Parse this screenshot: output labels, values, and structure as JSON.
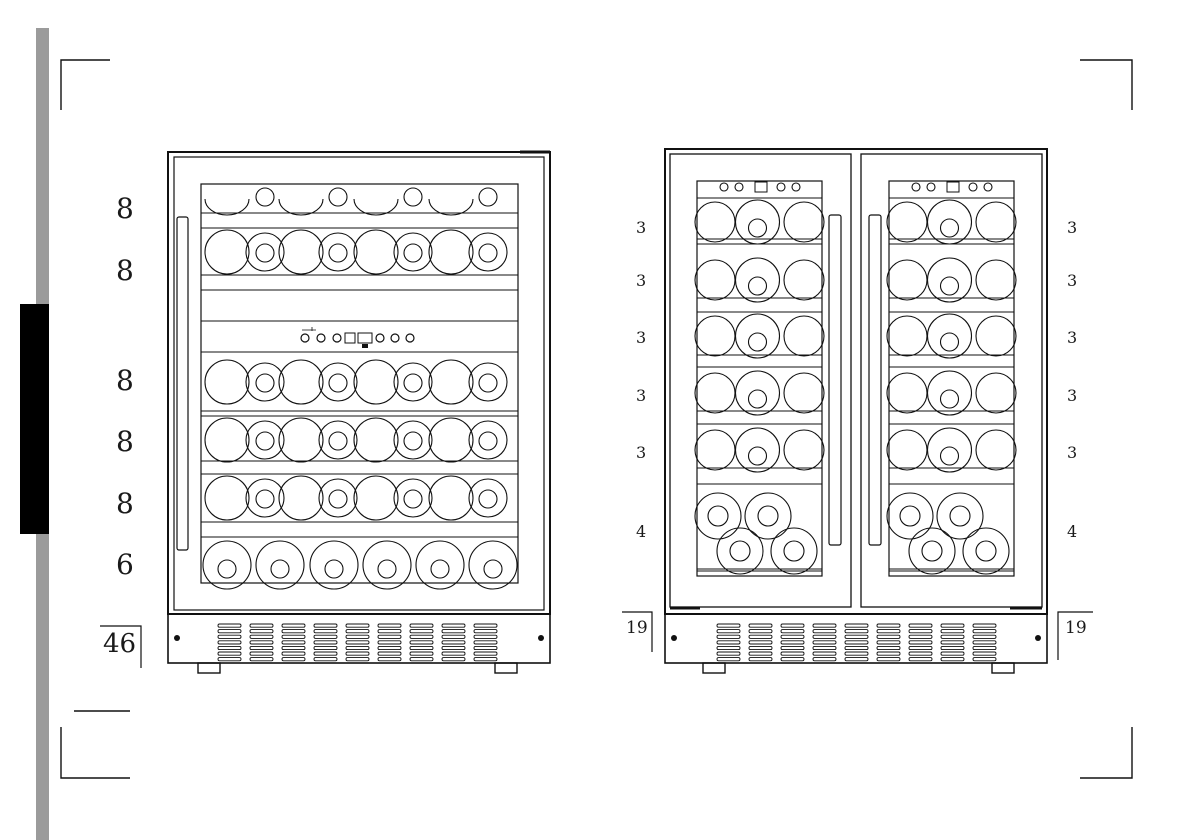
{
  "left_diagram": {
    "shelf_counts": [
      "8",
      "8",
      "8",
      "8",
      "8",
      "6"
    ],
    "total": "46"
  },
  "right_diagram": {
    "left_door_counts": [
      "3",
      "3",
      "3",
      "3",
      "3",
      "4"
    ],
    "right_door_counts": [
      "3",
      "3",
      "3",
      "3",
      "3",
      "4"
    ],
    "left_total": "19",
    "right_total": "19"
  }
}
